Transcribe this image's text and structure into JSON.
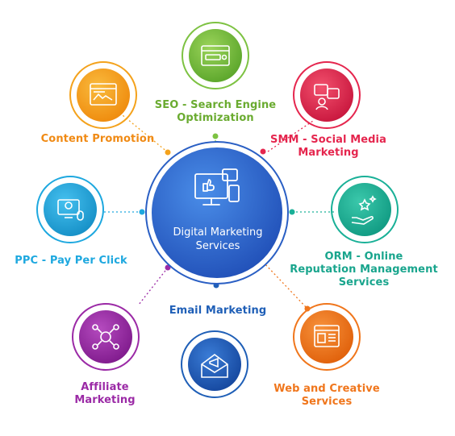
{
  "center": {
    "line1": "Digital Marketing",
    "line2": "Services",
    "icon": "computer-like-icon"
  },
  "services": {
    "seo": {
      "line1": "SEO - Search Engine",
      "line2": "Optimization",
      "color": "#7dc242",
      "icon": "browser-search-icon"
    },
    "smm": {
      "line1": "SMM - Social Media",
      "line2": "Marketing",
      "color": "#e5264e",
      "icon": "social-media-icon"
    },
    "orm": {
      "line1": "ORM - Online",
      "line2": "Reputation Management",
      "line3": "Services",
      "color": "#19b097",
      "icon": "hand-stars-icon"
    },
    "web": {
      "line1": "Web and Creative",
      "line2": "Services",
      "color": "#f0761c",
      "icon": "webpage-layout-icon"
    },
    "email": {
      "line1": "Email Marketing",
      "color": "#1f5fb7",
      "icon": "email-megaphone-icon"
    },
    "affiliate": {
      "line1": "Affiliate",
      "line2": "Marketing",
      "color": "#9b2aa6",
      "icon": "affiliate-network-icon"
    },
    "ppc": {
      "line1": "PPC - Pay Per Click",
      "color": "#1ea8df",
      "icon": "ppc-click-icon"
    },
    "content": {
      "line1": "Content Promotion",
      "color": "#f4a21c",
      "icon": "content-layout-icon"
    }
  }
}
